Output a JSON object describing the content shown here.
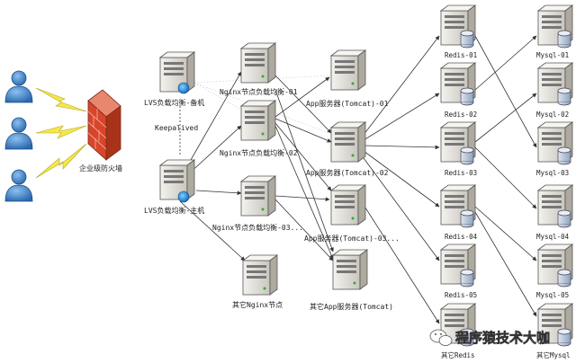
{
  "labels": {
    "firewall": "企业级防火墙",
    "lvs_backup": "LVS负载均衡-备机",
    "lvs_master": "LVS负载均衡-主机",
    "keepalived": "Keepalived",
    "nginx_01": "Nginx节点负载均衡-01",
    "nginx_02": "Nginx节点负载均衡-02",
    "nginx_03": "Nginx节点负载均衡-03...",
    "nginx_other": "其它Nginx节点",
    "app_01": "App服务器(Tomcat)-01",
    "app_02": "App服务器(Tomcat)-02",
    "app_03": "App服务器(Tomcat)-03...",
    "app_other": "其它App服务器(Tomcat)",
    "redis_01": "Redis-01",
    "redis_02": "Redis-02",
    "redis_03": "Redis-03",
    "redis_04": "Redis-04",
    "redis_05": "Redis-05",
    "redis_other": "其它Redis",
    "mysql_01": "Mysql-01",
    "mysql_02": "Mysql-02",
    "mysql_03": "Mysql-03",
    "mysql_04": "Mysql-04",
    "mysql_05": "Mysql-05",
    "mysql_other": "其它Mysql"
  },
  "watermark": "程序猿技术大咖",
  "colors": {
    "user": "#3d82c8",
    "firewall": "#d9452a",
    "lightning": "#f4e84a",
    "server": "#e8e6df",
    "arrow": "#333333"
  },
  "icons": [
    "user-icon",
    "firewall-icon",
    "server-icon",
    "database-icon",
    "globe-icon",
    "lightning-icon",
    "wechat-icon"
  ]
}
